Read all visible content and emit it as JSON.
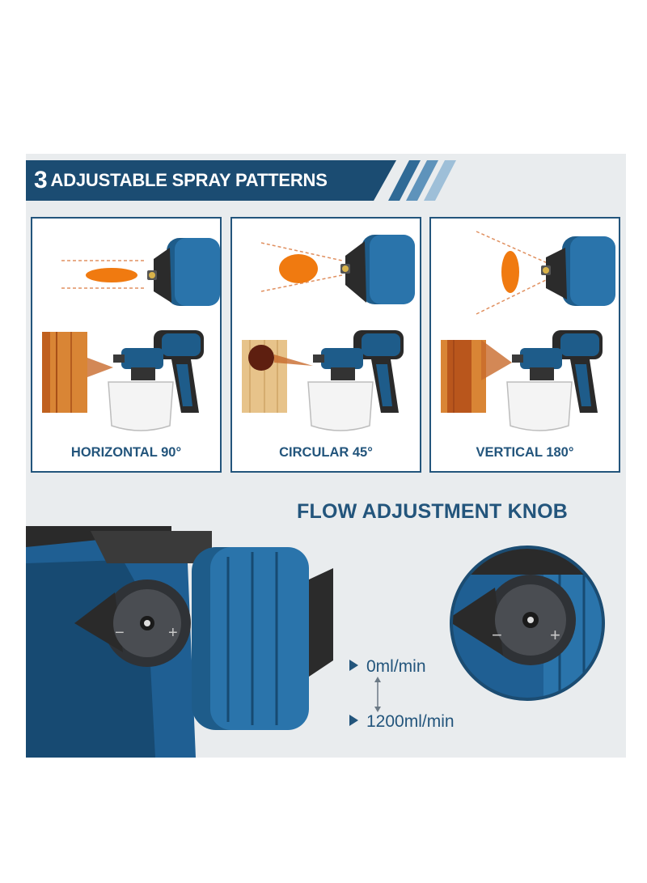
{
  "header": {
    "number": "3",
    "title": "ADJUSTABLE SPRAY PATTERNS"
  },
  "patterns": [
    {
      "label": "HORIZONTAL 90°",
      "icon": "horizontal-spray-icon"
    },
    {
      "label": "CIRCULAR 45°",
      "icon": "circular-spray-icon"
    },
    {
      "label": "VERTICAL 180°",
      "icon": "vertical-spray-icon"
    }
  ],
  "flow": {
    "title": "FLOW ADJUSTMENT KNOB",
    "min_label": "0ml/min",
    "max_label": "1200ml/min"
  },
  "colors": {
    "brand_blue": "#1b4c72",
    "label_blue": "#23557c",
    "spray_orange": "#f07a10",
    "panel_gray": "#e9ecee"
  }
}
